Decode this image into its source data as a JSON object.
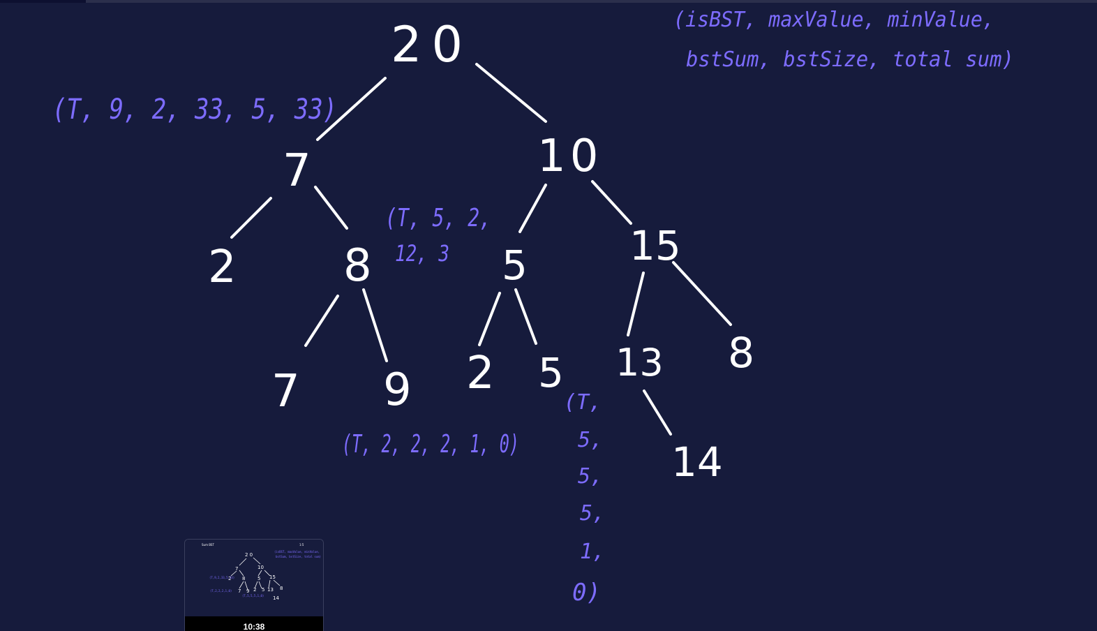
{
  "legend_line1": "(isBST, maxValue, minValue,",
  "legend_line2": "bstSum, bstSize, total sum)",
  "nodes": [
    {
      "id": "n20",
      "label": "20"
    },
    {
      "id": "n7",
      "label": "7"
    },
    {
      "id": "n10",
      "label": "10"
    },
    {
      "id": "n2a",
      "label": "2"
    },
    {
      "id": "n8a",
      "label": "8"
    },
    {
      "id": "n5a",
      "label": "5"
    },
    {
      "id": "n15",
      "label": "15"
    },
    {
      "id": "n7b",
      "label": "7"
    },
    {
      "id": "n9",
      "label": "9"
    },
    {
      "id": "n2b",
      "label": "2"
    },
    {
      "id": "n5b",
      "label": "5"
    },
    {
      "id": "n13",
      "label": "13"
    },
    {
      "id": "n8b",
      "label": "8"
    },
    {
      "id": "n14",
      "label": "14"
    }
  ],
  "annotations": {
    "left_subtree": "(T, 9, 2, 33, 5, 33)",
    "node_8_line1": "(T, 5, 2,",
    "node_8_line2": "12, 3",
    "node_9": "(T, 2, 2, 2, 1, 0)",
    "node_5_vertical": [
      "(T,",
      "5,",
      "5,",
      "5,",
      "1,",
      "0)"
    ]
  },
  "thumbnail": {
    "time": "10:38"
  },
  "colors": {
    "background": "#161b3c",
    "chalk": "#ffffff",
    "annotation": "#7d6cff"
  },
  "progress_fraction": 0.078
}
